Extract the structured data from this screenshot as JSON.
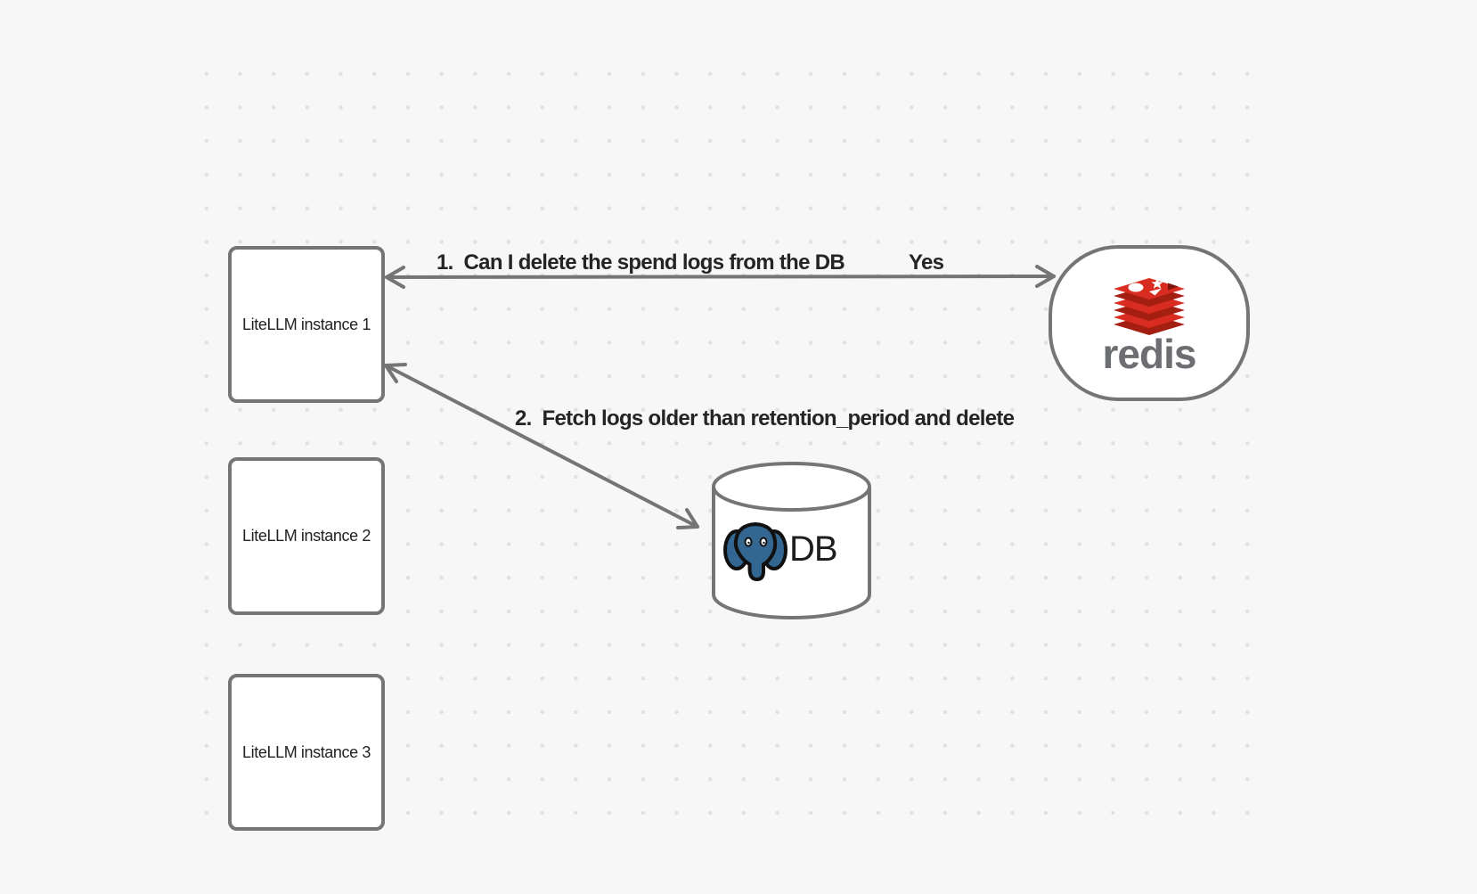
{
  "diagram": {
    "instances": [
      {
        "label": "LiteLLM instance 1"
      },
      {
        "label": "LiteLLM instance 2"
      },
      {
        "label": "LiteLLM instance 3"
      }
    ],
    "redis": {
      "wordmark": "redis",
      "icon": "redis-stack-logo"
    },
    "db": {
      "label": "DB",
      "icon": "postgresql-elephant-logo",
      "shape": "cylinder"
    },
    "annotations": {
      "step1": "1.  Can I delete the spend logs from the DB",
      "step1_answer": "Yes",
      "step2": "2.  Fetch logs older than retention_period and delete"
    },
    "arrows": [
      {
        "from": "redis",
        "to": "litellm-instance-1",
        "style": "double-headed",
        "direction": "horizontal"
      },
      {
        "from": "litellm-instance-1",
        "to": "db",
        "style": "double-headed",
        "direction": "diagonal"
      }
    ],
    "colors": {
      "background": "#f7f7f8",
      "grid_dot": "#e1e1e4",
      "stroke_gray": "#757575",
      "text_dark": "#242424",
      "redis_red": "#d82c20",
      "redis_dark_red": "#a41e11",
      "redis_wordmark_gray": "#6d6e71",
      "postgres_blue": "#336791"
    }
  }
}
